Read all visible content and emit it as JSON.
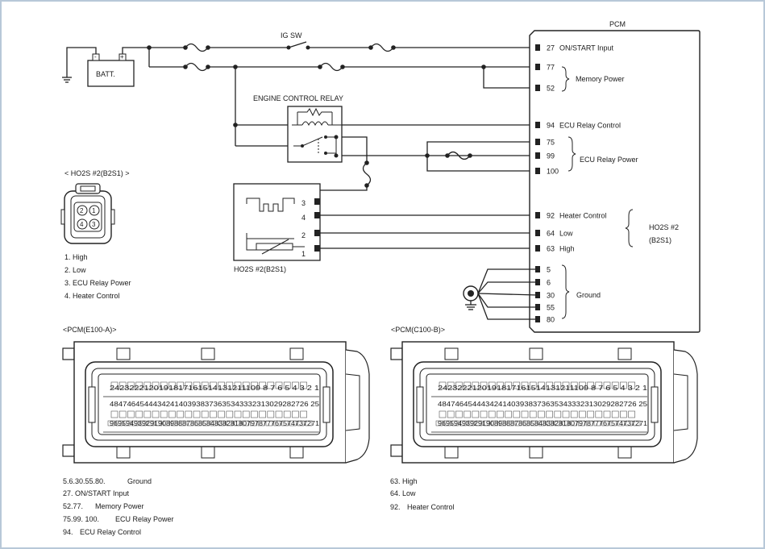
{
  "pcm": {
    "title": "PCM",
    "pins": [
      {
        "num": "27",
        "label": "ON/START Input"
      },
      {
        "num": "77",
        "label": ""
      },
      {
        "num": "52",
        "label": ""
      },
      {
        "num": "94",
        "label": "ECU Relay Control"
      },
      {
        "num": "75",
        "label": ""
      },
      {
        "num": "99",
        "label": ""
      },
      {
        "num": "100",
        "label": ""
      },
      {
        "num": "92",
        "label": "Heater Control"
      },
      {
        "num": "64",
        "label": "Low"
      },
      {
        "num": "63",
        "label": "High"
      },
      {
        "num": "5",
        "label": ""
      },
      {
        "num": "6",
        "label": ""
      },
      {
        "num": "30",
        "label": ""
      },
      {
        "num": "55",
        "label": ""
      },
      {
        "num": "80",
        "label": ""
      }
    ],
    "group_labels": {
      "memory_power": "Memory Power",
      "ecu_relay_power": "ECU Relay Power",
      "ho2s_line1": "HO2S #2",
      "ho2s_line2": "(B2S1)",
      "ground": "Ground"
    }
  },
  "battery": {
    "label": "BATT.",
    "minus": "-",
    "plus": "+"
  },
  "ig_sw": "IG SW",
  "relay": {
    "title": "ENGINE CONTROL RELAY"
  },
  "sensor": {
    "caption": "HO2S #2(B2S1)",
    "pins": [
      "3",
      "4",
      "2",
      "1"
    ]
  },
  "connector_ho2s": {
    "title": "< HO2S #2(B2S1)          >",
    "pins": [
      "2",
      "1",
      "4",
      "3"
    ],
    "legend": [
      "1.  High",
      "2.  Low",
      "3.  ECU Relay Power",
      "4.  Heater Control"
    ]
  },
  "pcm_e100": {
    "title": "<PCM(E100-A)>",
    "row_top": "2423222120191817161514131211109 8 7 6 5 4 3 2 1",
    "row_mid": "4847464544434241403938373635343332313029282726 25",
    "row_bot": "9695949392919089888786858483828180797877767574737271",
    "legend": [
      {
        "pins": "5.6.30.55.80.",
        "desc": "Ground"
      },
      {
        "pins": "27.",
        "desc": "ON/START Input"
      },
      {
        "pins": "52.77.",
        "desc": "Memory Power"
      },
      {
        "pins": "75.99.  100.",
        "desc": "ECU Relay Power"
      },
      {
        "pins": "94.",
        "desc": "ECU Relay Control"
      }
    ]
  },
  "pcm_c100": {
    "title": "<PCM(C100-B)>",
    "row_top": "2423222120191817161514131211109 8 7 6 5 4 3 2 1",
    "row_mid": "4847464544434241403938373635343332313029282726 25",
    "row_bot": "9695949392919089888786858483828180797877767574737271",
    "legend": [
      {
        "pins": "63.",
        "desc": "High"
      },
      {
        "pins": "64.",
        "desc": "Low"
      },
      {
        "pins": "92.",
        "desc": "Heater Control"
      }
    ]
  }
}
